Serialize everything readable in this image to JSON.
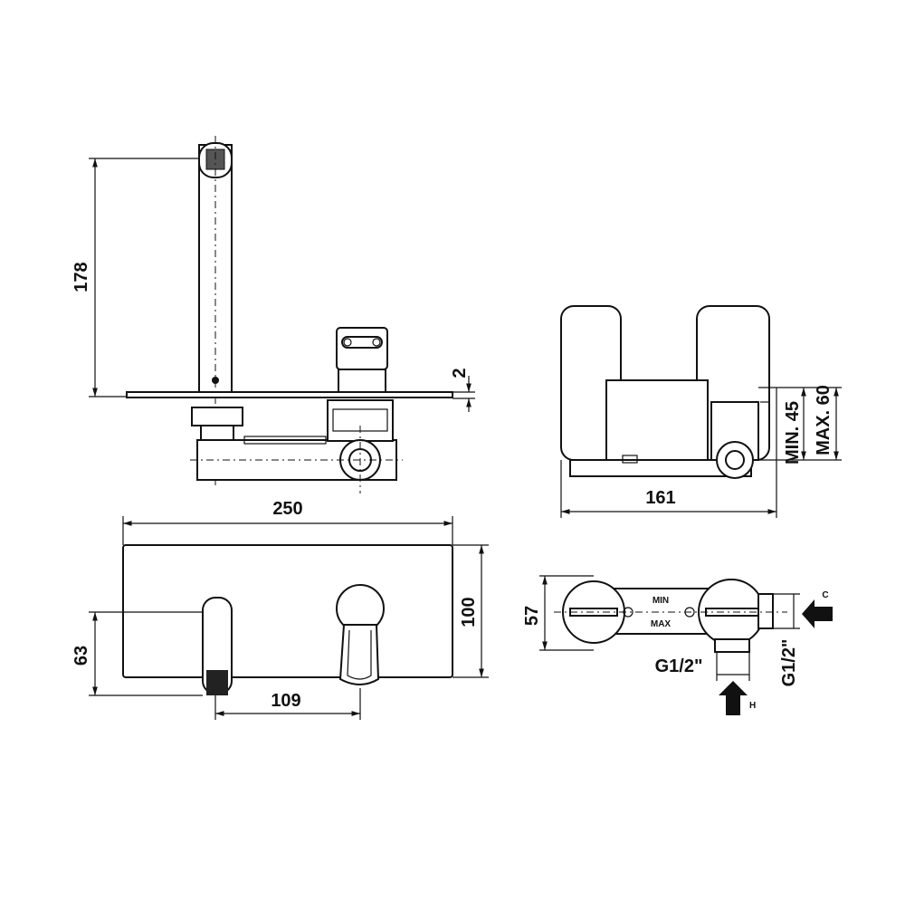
{
  "side_view": {
    "height_label": "178",
    "plate_gap_label": "2"
  },
  "right_view": {
    "width_label": "161",
    "min_depth_label": "MIN. 45",
    "max_depth_label": "MAX. 60"
  },
  "front_view": {
    "width_label": "250",
    "height_label": "100",
    "spout_height_label": "63",
    "center_distance_label": "109"
  },
  "top_view": {
    "depth_label": "57",
    "inlet_bottom_label": "G1/2\"",
    "inlet_side_label": "G1/2\"",
    "min_label": "MIN",
    "max_label": "MAX",
    "cold_label": "C",
    "hot_label": "H"
  },
  "colors": {
    "line": "#111111",
    "background": "#ffffff"
  }
}
